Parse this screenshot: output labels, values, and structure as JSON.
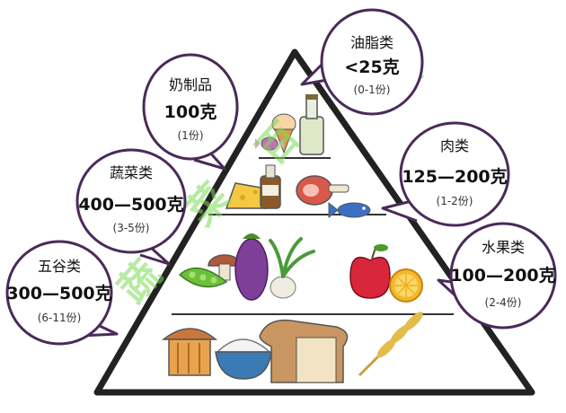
{
  "bubbles": {
    "oil": {
      "name": "油脂类",
      "amount": "<25克",
      "servings": "(0-1份)"
    },
    "meat": {
      "name": "肉类",
      "amount": "125—200克",
      "servings": "(1-2份)"
    },
    "fruit": {
      "name": "水果类",
      "amount": "100—200克",
      "servings": "(2-4份)"
    },
    "dairy": {
      "name": "奶制品",
      "amount": "100克",
      "servings": "(1份)"
    },
    "veg": {
      "name": "蔬菜类",
      "amount": "400—500克",
      "servings": "(3-5份)"
    },
    "grain": {
      "name": "五谷类",
      "amount": "300—500克",
      "servings": "(6-11份)"
    }
  },
  "watermark": [
    "蔬",
    "菜",
    "百",
    "科"
  ],
  "colors": {
    "outline": "#222222",
    "bubble_border": "#4a2a5a",
    "watermark": "#7ed957"
  }
}
